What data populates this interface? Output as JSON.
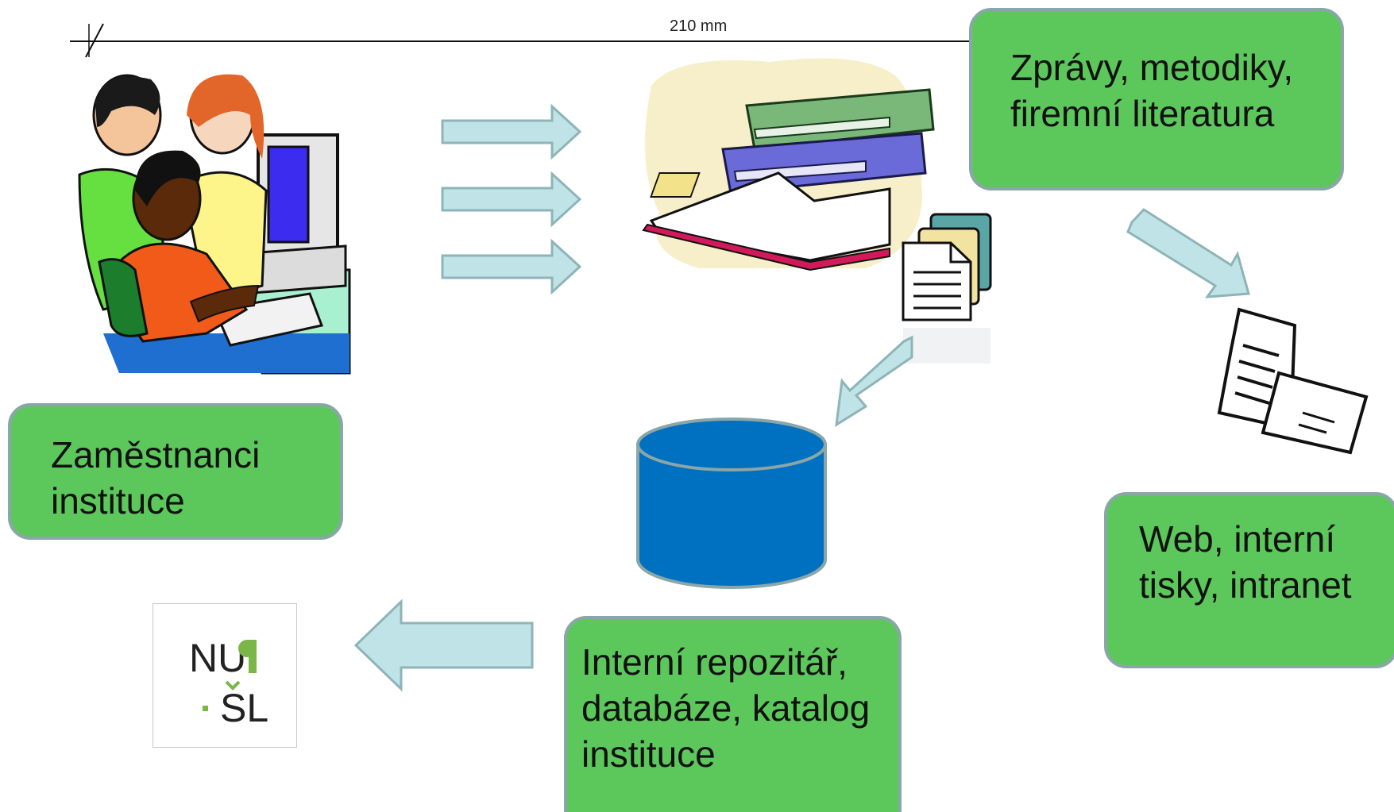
{
  "ruler": {
    "label": "210 mm"
  },
  "nodes": {
    "employees": {
      "line1": "Zaměstnanci",
      "line2": "instituce"
    },
    "reports": {
      "line1": "Zprávy, metodiky,",
      "line2": "firemní literatura"
    },
    "web": {
      "line1": "Web, interní",
      "line2": "tisky, intranet"
    },
    "repository": {
      "line1": "Interní repozitář,",
      "line2": "databáze, katalog",
      "line3": "instituce"
    }
  },
  "logo": {
    "text": "NUŠL"
  },
  "colors": {
    "box_fill": "#5cc85c",
    "box_border": "#8aa6a8",
    "arrow_fill": "#bfe3e6",
    "arrow_stroke": "#8fb4b8",
    "database_blue": "#0070c0"
  }
}
